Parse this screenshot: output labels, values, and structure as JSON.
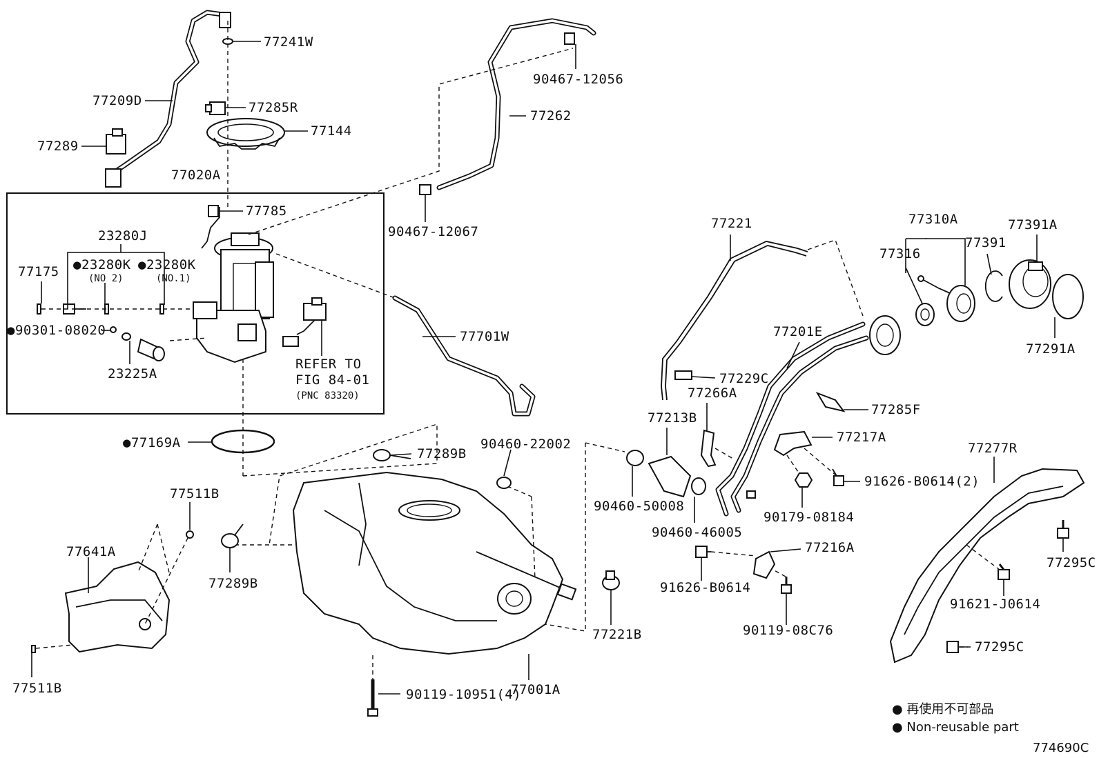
{
  "labels": {
    "p77241W": "77241W",
    "p77209D": "77209D",
    "p77285R": "77285R",
    "p77144": "77144",
    "p77289": "77289",
    "p77020A": "77020A",
    "p77785": "77785",
    "p23280J": "23280J",
    "p23280K_2": "●23280K",
    "p23280K_1": "●23280K",
    "no2": "(NO 2)",
    "no1": "(NO.1)",
    "p77175": "77175",
    "p90301": "●90301-08020",
    "p23225A": "23225A",
    "refer1": "REFER TO",
    "refer2": "FIG 84-01",
    "refer3": "(PNC 83320)",
    "p90467_12056": "90467-12056",
    "p77262": "77262",
    "p90467_12067": "90467-12067",
    "p77701W": "77701W",
    "p77169A": "●77169A",
    "p77289B_top": "77289B",
    "p90460_22002": "90460-22002",
    "p77511B_top": "77511B",
    "p77641A": "77641A",
    "p77289B_left": "77289B",
    "p77511B_bot": "77511B",
    "p90119_10951": "90119-10951(4)",
    "p77001A": "77001A",
    "p77221B": "77221B",
    "p77221": "77221",
    "p77229C": "77229C",
    "p77266A": "77266A",
    "p77213B": "77213B",
    "p77201E": "77201E",
    "p77285F": "77285F",
    "p77217A": "77217A",
    "p91626_B0614_2": "91626-B0614(2)",
    "p90460_50008": "90460-50008",
    "p90179_08184": "90179-08184",
    "p90460_46005": "90460-46005",
    "p77216A": "77216A",
    "p91626_B0614": "91626-B0614",
    "p90119_08C76": "90119-08C76",
    "p77310A": "77310A",
    "p77316": "77316",
    "p77391": "77391",
    "p77391A": "77391A",
    "p77291A": "77291A",
    "p77277R": "77277R",
    "p77295C_top": "77295C",
    "p91621_J0614": "91621-J0614",
    "p77295C_bot": "77295C"
  },
  "legend": {
    "jp": "● 再使用不可部品",
    "en": "● Non-reusable part"
  },
  "figure_id": "774690C"
}
